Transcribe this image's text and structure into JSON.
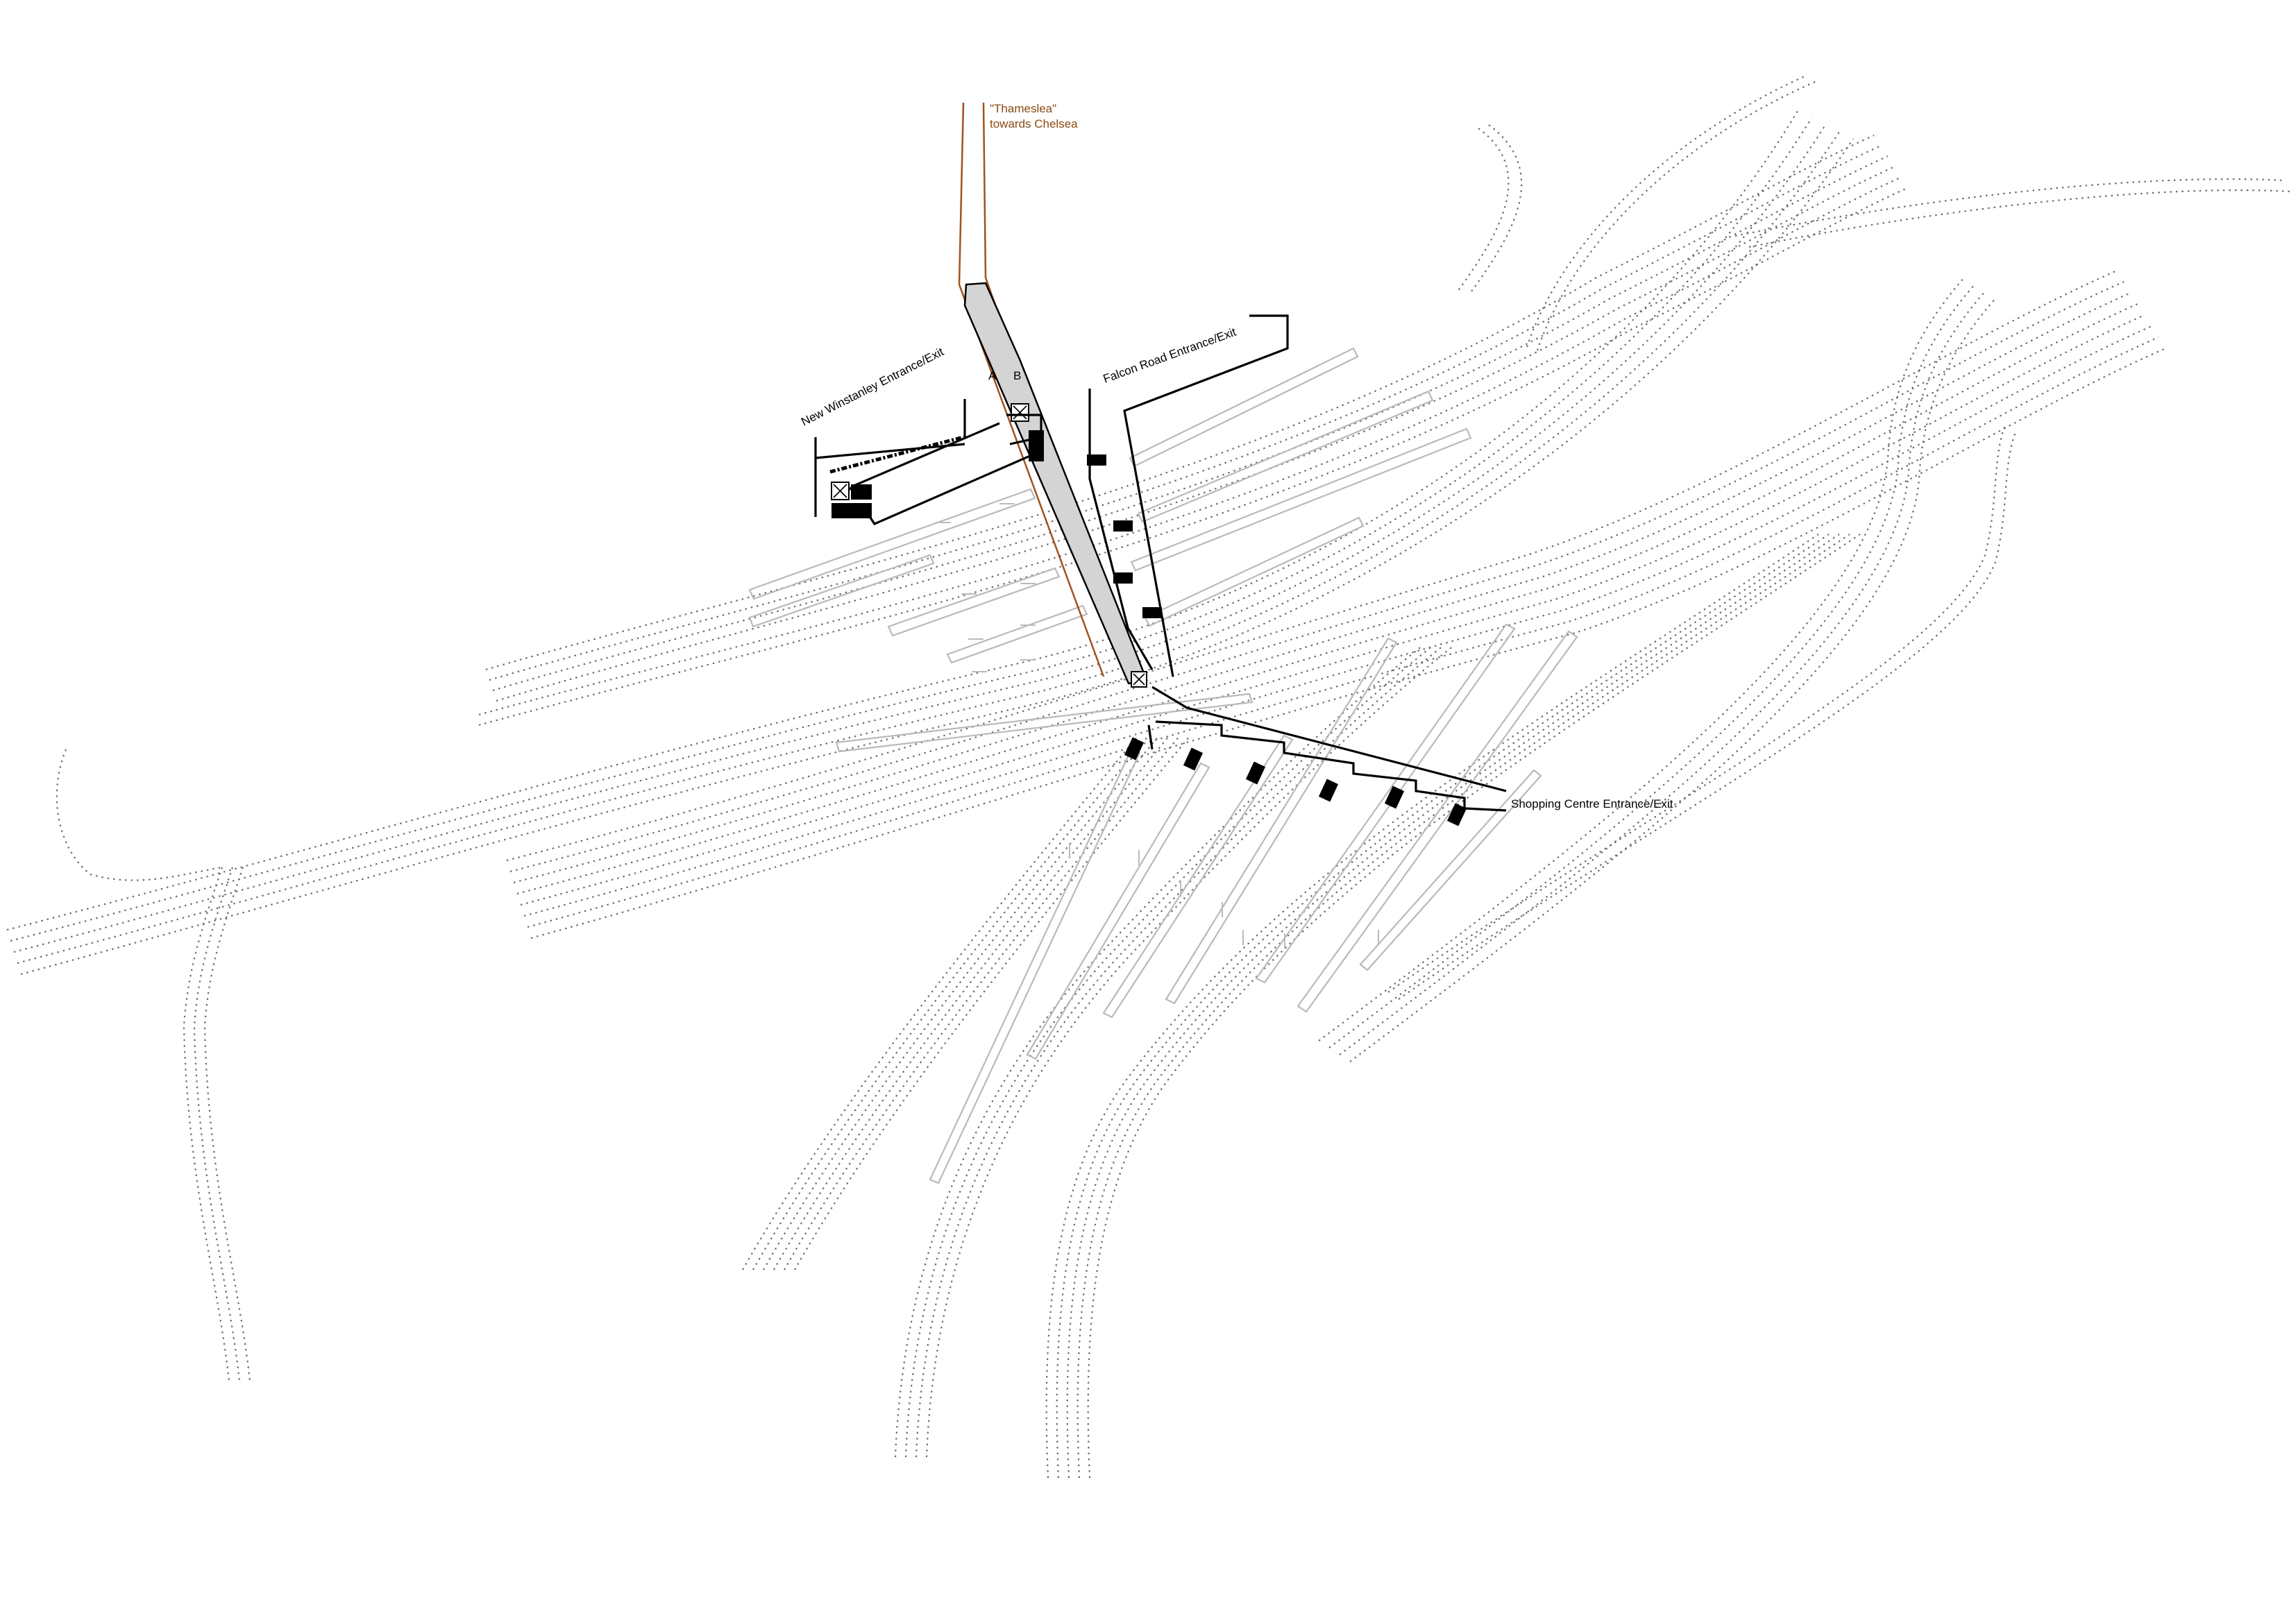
{
  "labels": {
    "thameslea_line1": "\"Thameslea\"",
    "thameslea_line2": "towards Chelsea",
    "new_winstanley": "New Winstanley Entrance/Exit",
    "falcon_road": "Falcon Road Entrance/Exit",
    "shopping_centre": "Shopping Centre Entrance/Exit",
    "platform_a": "A",
    "platform_b": "B"
  },
  "colors": {
    "brown_line": "#a0521e",
    "path_black": "#000000",
    "track_grey": "#6e6e6e",
    "platform_outline": "#b9b9b9",
    "concourse_fill": "#d4d4d4"
  }
}
